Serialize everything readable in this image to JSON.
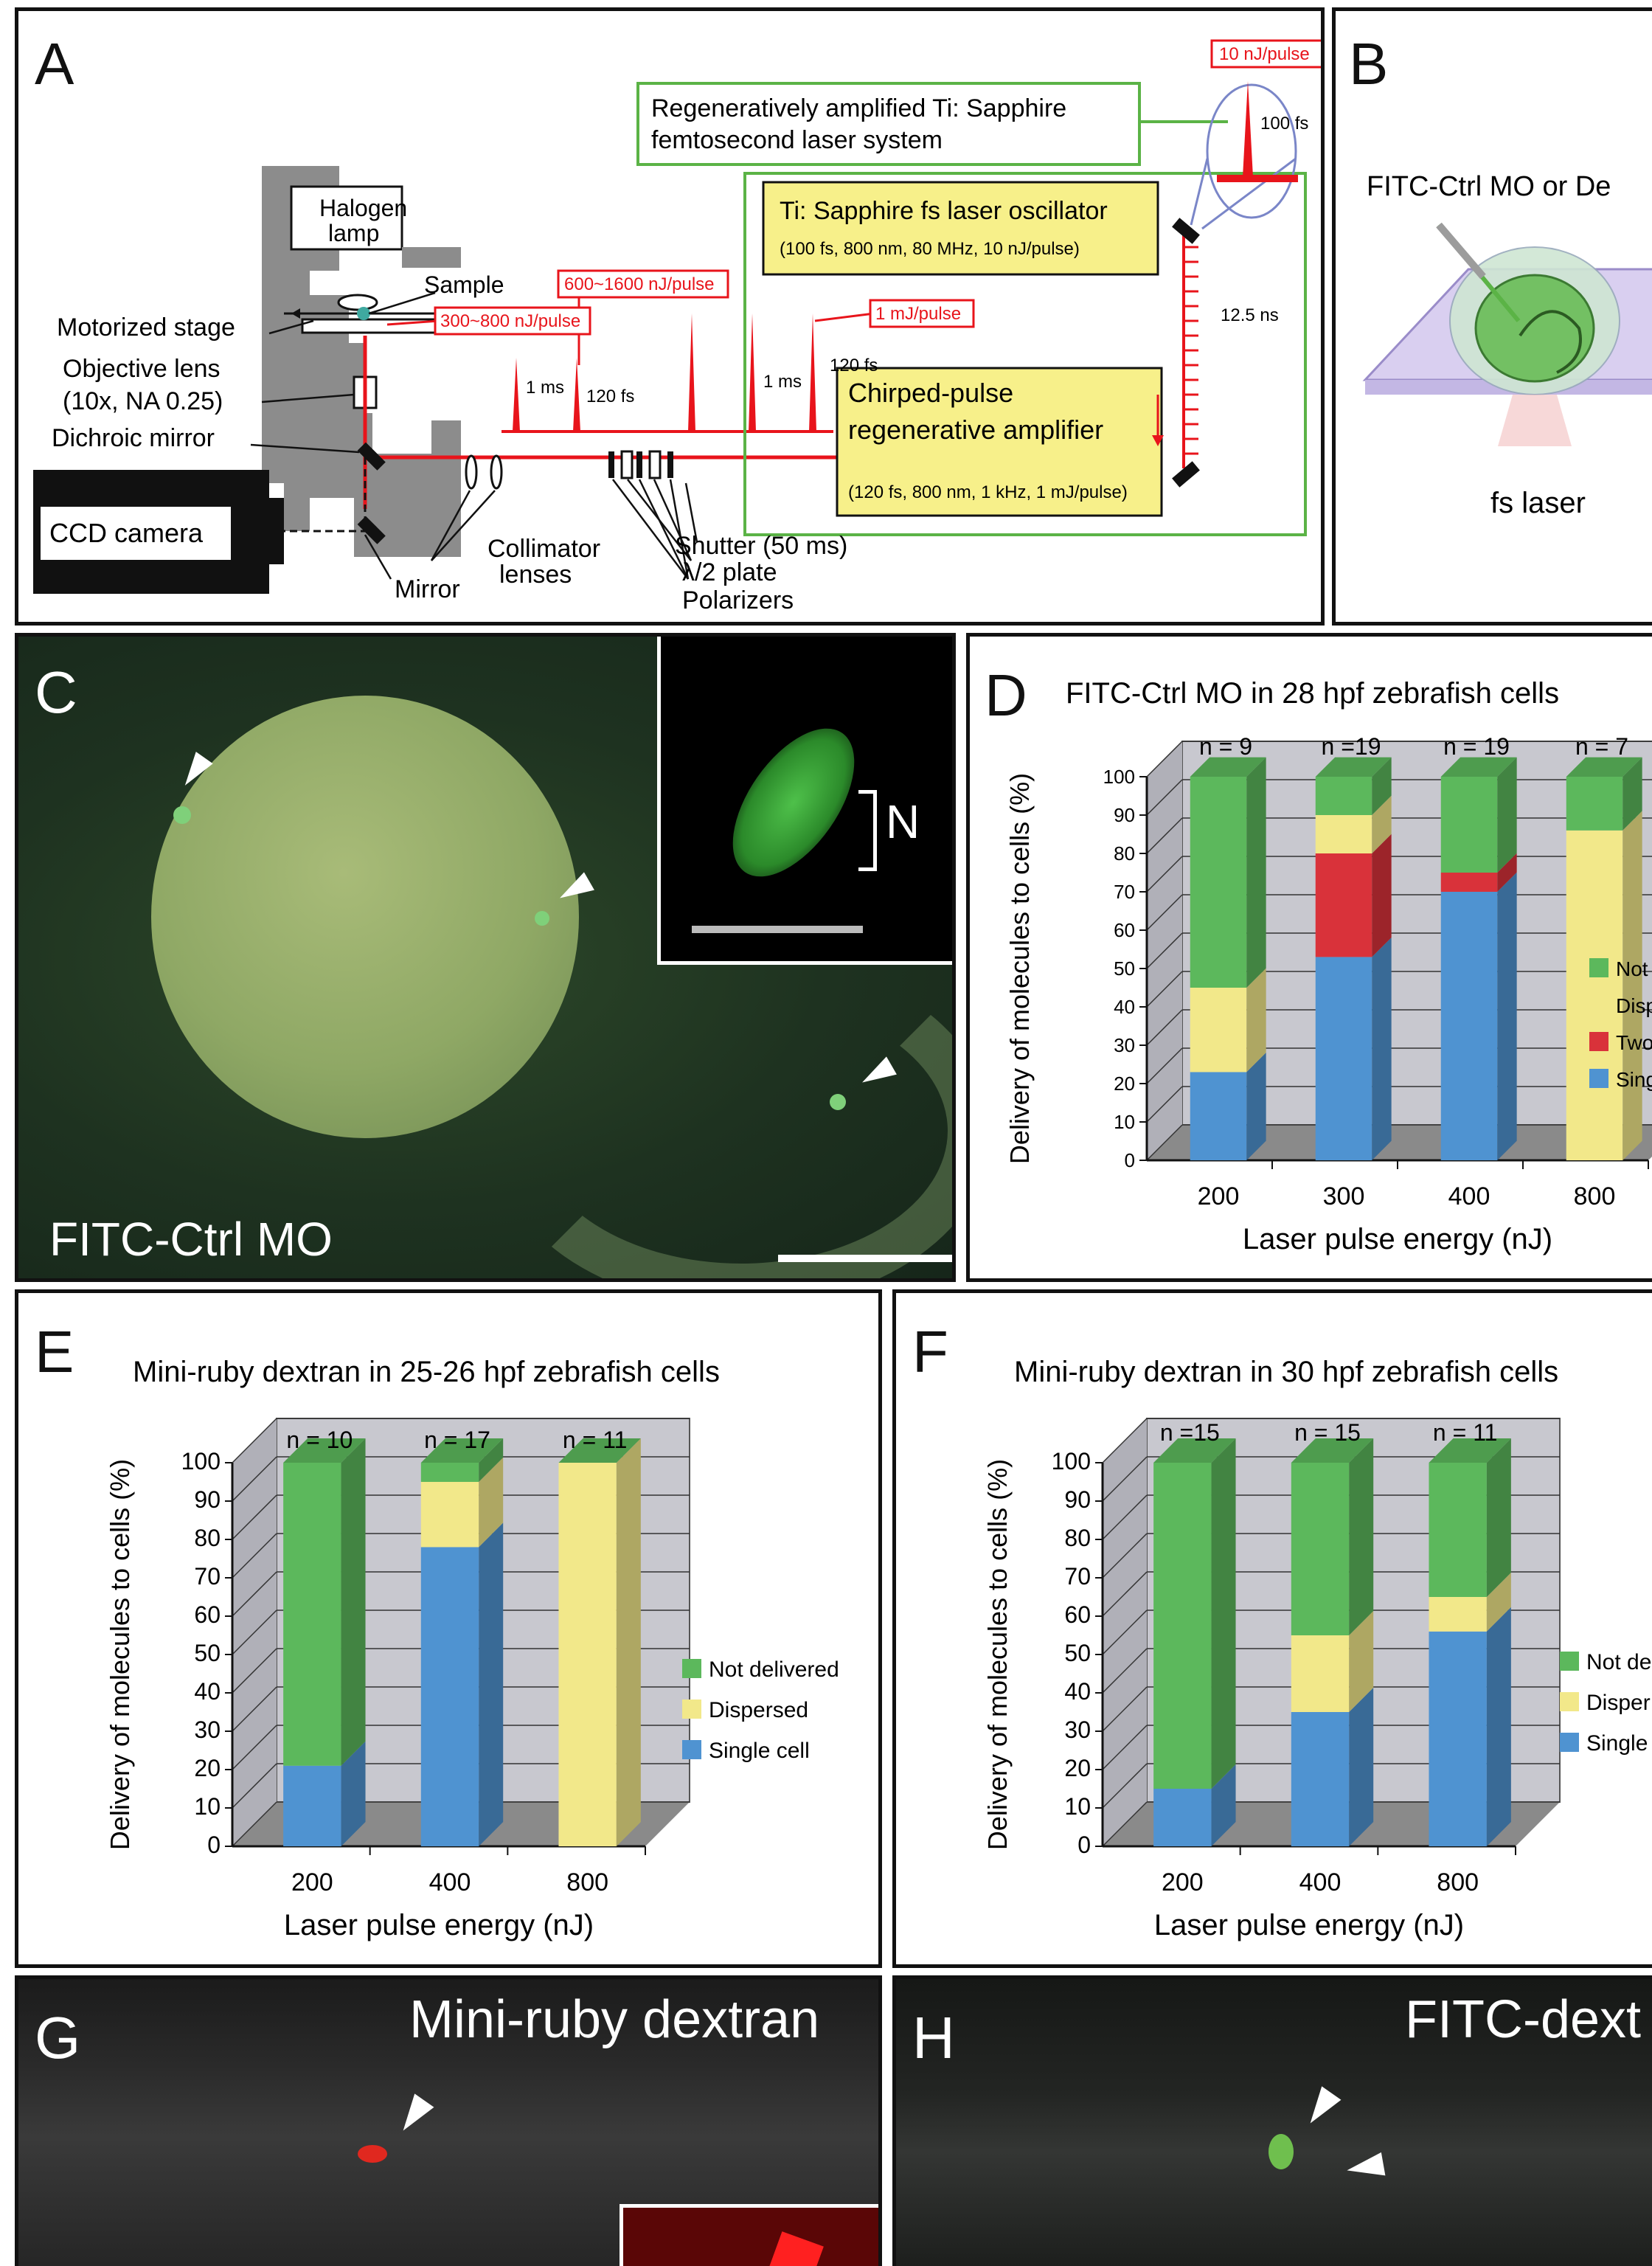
{
  "panels": {
    "A": {
      "label": "A",
      "laser_system_label_1": "Regeneratively amplified Ti: Sapphire",
      "laser_system_label_2": "femtosecond laser system",
      "oscillator_title": "Ti: Sapphire fs laser oscillator",
      "oscillator_specs": "(100 fs, 800 nm, 80 MHz, 10 nJ/pulse)",
      "amplifier_title_1": "Chirped-pulse",
      "amplifier_title_2": "regenerative amplifier",
      "amplifier_specs": "(120 fs, 800 nm, 1 kHz, 1 mJ/pulse)",
      "pulse_osc": "10 nJ/pulse",
      "pulse_width_osc": "100 fs",
      "rep_period_osc": "12.5 ns",
      "pulse_amp": "1 mJ/pulse",
      "pulse_width_amp": "120 fs",
      "period_1ms_a": "1 ms",
      "period_1ms_b": "1 ms",
      "pulse_width_120": "120 fs",
      "energy_600": "600~1600 nJ/pulse",
      "energy_300": "300~800 nJ/pulse",
      "halogen_1": "Halogen",
      "halogen_2": "lamp",
      "sample": "Sample",
      "motorized_stage": "Motorized stage",
      "objective_1": "Objective lens",
      "objective_2": "(10x, NA 0.25)",
      "dichroic": "Dichroic mirror",
      "ccd": "CCD camera",
      "mirror": "Mirror",
      "collimator_1": "Collimator",
      "collimator_2": "lenses",
      "shutter": "Shutter (50 ms)",
      "halfwave": "λ/2 plate",
      "polarizers": "Polarizers"
    },
    "B": {
      "label": "B",
      "title": "FITC-Ctrl MO or De",
      "fs_laser": "fs laser"
    },
    "C": {
      "label": "C",
      "caption": "FITC-Ctrl MO",
      "inset_label": "N"
    },
    "G": {
      "label": "G",
      "caption": "Mini-ruby dextran"
    },
    "H": {
      "label": "H",
      "caption": "FITC-dext"
    }
  },
  "colors": {
    "not_delivered": "#5cb85c",
    "dispersed": "#f2e88a",
    "two_cells": "#d9323a",
    "single_cell": "#4f93d1",
    "laser_red": "#e8141b",
    "label_green": "#5bb346",
    "highlight_yellow": "#f7f08a"
  },
  "chart_data": [
    {
      "panel": "D",
      "type": "bar",
      "stacked": true,
      "title": "FITC-Ctrl MO in 28 hpf zebrafish cells",
      "xlabel": "Laser pulse energy (nJ)",
      "ylabel": "Delivery of molecules to cells (%)",
      "ylim": [
        0,
        100
      ],
      "yticks": [
        "0",
        "10",
        "20",
        "30",
        "40",
        "50",
        "60",
        "70",
        "80",
        "90",
        "100"
      ],
      "categories": [
        "200",
        "300",
        "400",
        "800"
      ],
      "n_labels": [
        "n = 9",
        "n =19",
        "n = 19",
        "n = 7"
      ],
      "legend": [
        "Not",
        "Disp",
        "Two",
        "Sing"
      ],
      "series": [
        {
          "name": "Sing",
          "key": "single_cell",
          "values": [
            23,
            53,
            70,
            0
          ]
        },
        {
          "name": "Two",
          "key": "two_cells",
          "values": [
            0,
            27,
            5,
            0
          ]
        },
        {
          "name": "Disp",
          "key": "dispersed",
          "values": [
            22,
            10,
            0,
            86
          ]
        },
        {
          "name": "Not",
          "key": "not_delivered",
          "values": [
            55,
            10,
            25,
            14
          ]
        }
      ]
    },
    {
      "panel": "E",
      "type": "bar",
      "stacked": true,
      "title": "Mini-ruby dextran in 25-26 hpf zebrafish cells",
      "xlabel": "Laser pulse energy (nJ)",
      "ylabel": "Delivery of molecules to cells (%)",
      "ylim": [
        0,
        100
      ],
      "yticks": [
        "0",
        "10",
        "20",
        "30",
        "40",
        "50",
        "60",
        "70",
        "80",
        "90",
        "100"
      ],
      "categories": [
        "200",
        "400",
        "800"
      ],
      "n_labels": [
        "n = 10",
        "n = 17",
        "n = 11"
      ],
      "legend": [
        "Not delivered",
        "Dispersed",
        "Single cell"
      ],
      "series": [
        {
          "name": "Single cell",
          "key": "single_cell",
          "values": [
            21,
            78,
            0
          ]
        },
        {
          "name": "Dispersed",
          "key": "dispersed",
          "values": [
            0,
            17,
            100
          ]
        },
        {
          "name": "Not delivered",
          "key": "not_delivered",
          "values": [
            79,
            5,
            0
          ]
        }
      ]
    },
    {
      "panel": "F",
      "type": "bar",
      "stacked": true,
      "title": "Mini-ruby dextran in 30 hpf zebrafish cells",
      "xlabel": "Laser pulse energy (nJ)",
      "ylabel": "Delivery of molecules to cells (%)",
      "ylim": [
        0,
        100
      ],
      "yticks": [
        "0",
        "10",
        "20",
        "30",
        "40",
        "50",
        "60",
        "70",
        "80",
        "90",
        "100"
      ],
      "categories": [
        "200",
        "400",
        "800"
      ],
      "n_labels": [
        "n =15",
        "n = 15",
        "n = 11"
      ],
      "legend": [
        "Not de",
        "Disper",
        "Single"
      ],
      "series": [
        {
          "name": "Single",
          "key": "single_cell",
          "values": [
            15,
            35,
            56
          ]
        },
        {
          "name": "Disper",
          "key": "dispersed",
          "values": [
            0,
            20,
            9
          ]
        },
        {
          "name": "Not de",
          "key": "not_delivered",
          "values": [
            85,
            45,
            35
          ]
        }
      ]
    }
  ]
}
